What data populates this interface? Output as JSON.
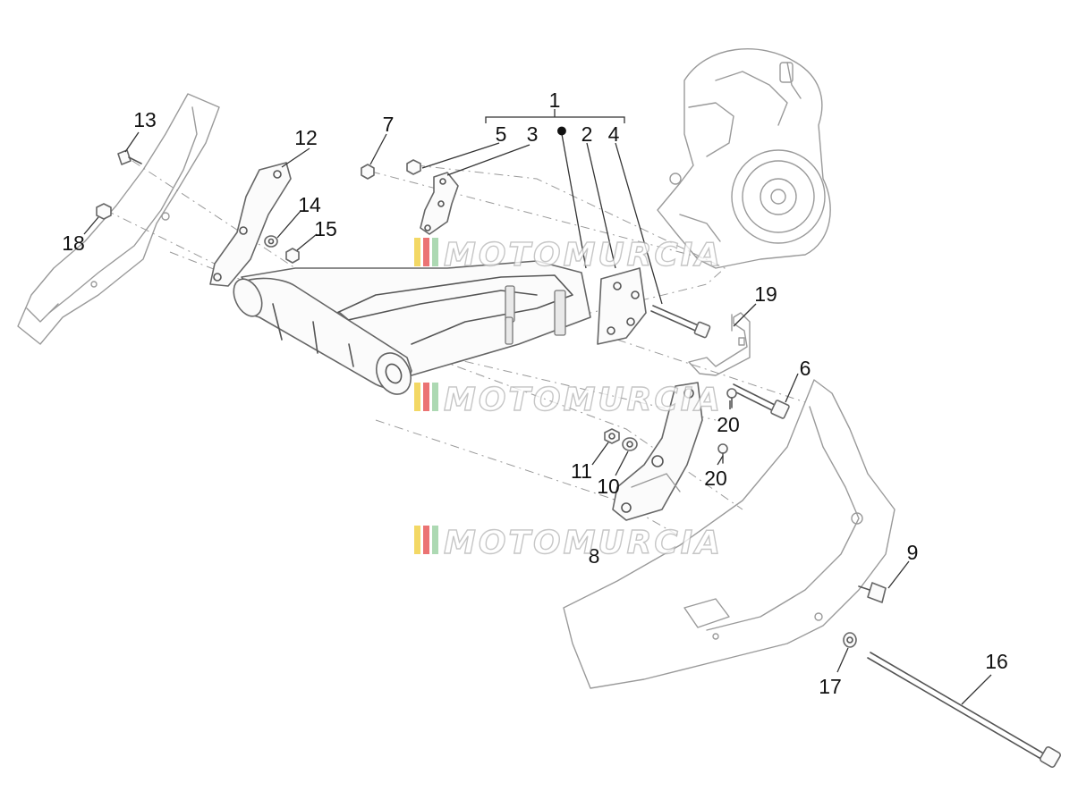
{
  "watermark": {
    "text": "MOTOMURCIA",
    "colors": [
      "#f2d24b",
      "#e85b5b",
      "#9fd3a6"
    ]
  },
  "callouts": {
    "c1": "1",
    "c2": "2",
    "c3": "3",
    "c4": "4",
    "c5": "5",
    "c6": "6",
    "c7": "7",
    "c8": "8",
    "c9": "9",
    "c10": "10",
    "c11": "11",
    "c12": "12",
    "c13": "13",
    "c14": "14",
    "c15": "15",
    "c16": "16",
    "c17": "17",
    "c18": "18",
    "c19": "19",
    "c20a": "20",
    "c20b": "20"
  },
  "group_marker": "●"
}
